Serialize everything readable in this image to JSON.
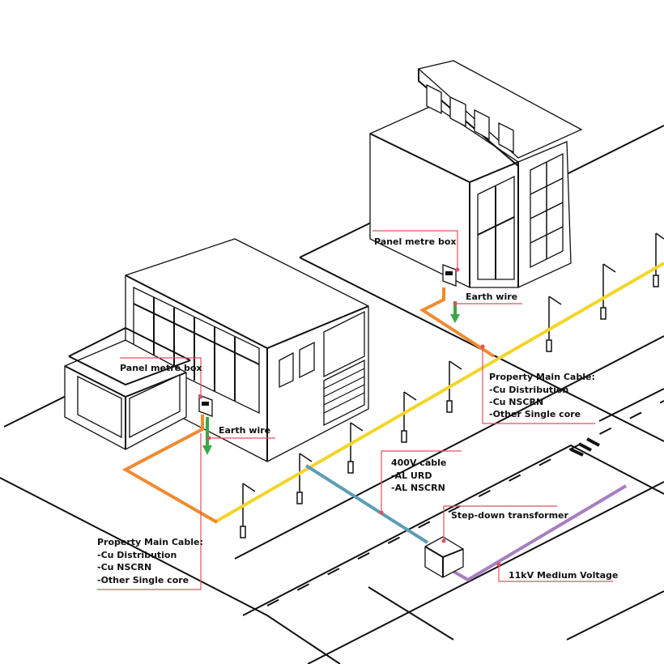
{
  "colors": {
    "property_cable": "#f08a30",
    "street_cable": "#f3d52a",
    "lv_cable": "#5b9db5",
    "mv_cable": "#a67ec0",
    "earth": "#3aa846",
    "leader": "#e0505f"
  },
  "labels": {
    "panel_box_left": "Panel metre box",
    "earth_left": "Earth wire",
    "panel_box_right": "Panel metre box",
    "earth_right": "Earth wire",
    "main_cable_left": [
      "Property Main Cable:",
      "-Cu Distribution",
      "-Cu NSCRN",
      "-Other Single core"
    ],
    "main_cable_right": [
      "Property Main Cable:",
      "-Cu Distribution",
      "-Cu NSCRN",
      "-Other Single core"
    ],
    "lv_cable": [
      "400V cable",
      "-AL URD",
      "-AL NSCRN"
    ],
    "transformer": "Step-down transformer",
    "mv": "11kV Medium Voltage"
  }
}
